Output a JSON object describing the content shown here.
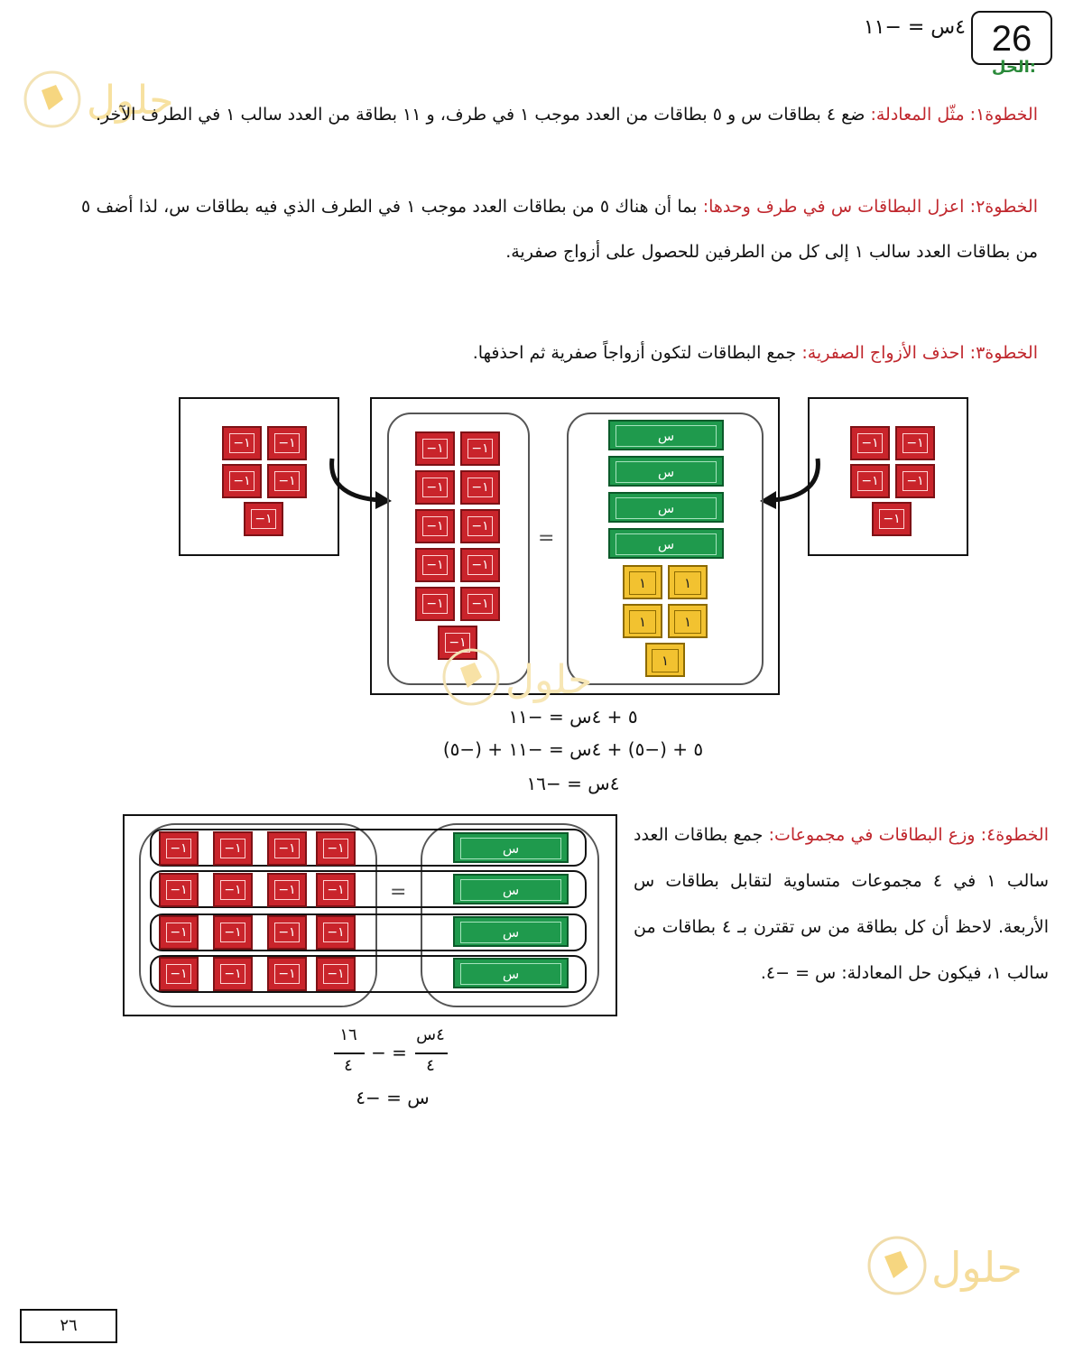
{
  "question_number": "26",
  "equation": "٤س = −١١",
  "solution_label": "الحل:",
  "steps": {
    "s1_title": "الخطوة١: مثّل المعادلة:",
    "s1_text": "ضع ٤ بطاقات س و ٥ بطاقات من العدد موجب ١ في طرف، و ١١ بطاقة من العدد سالب ١ في الطرف الآخر.",
    "s2_title": "الخطوة٢: اعزل البطاقات س في طرف وحدها:",
    "s2_text": "بما أن هناك ٥ من بطاقات العدد موجب ١ في الطرف الذي فيه بطاقات س، لذا أضف ٥ من بطاقات العدد سالب ١ إلى كل من الطرفين للحصول على أزواج صفرية.",
    "s3_title": "الخطوة٣: احذف الأزواج الصفرية:",
    "s3_text": "جمع البطاقات لتكون أزواجاً صفرية ثم احذفها.",
    "s4_title": "الخطوة٤: وزع البطاقات في مجموعات:",
    "s4_text": "جمع بطاقات العدد سالب ١ في ٤ مجموعات متساوية لتقابل بطاقات س الأربعة. لاحظ أن كل بطاقة من س تقترن بـ ٤ بطاقات من سالب ١، فيكون حل المعادلة: س = −٤."
  },
  "cards": {
    "x_label": "س",
    "neg_label": "−١",
    "pos_label": "١",
    "equals": "="
  },
  "math1": {
    "l1": "٥ + ٤س = −١١",
    "l2": "٥ + (−٥) + ٤س = −١١ + (−٥)",
    "l3": "٤س = −١٦"
  },
  "math2": {
    "num_left": "٤س",
    "den": "٤",
    "num_right": "١٦",
    "eq": "= −",
    "result": "س = −٤"
  },
  "watermark": "حلول",
  "page_number": "٢٦",
  "colors": {
    "red": "#c9242b",
    "green": "#1f9a4d",
    "yellow": "#f2c230",
    "step_title": "#c0272d",
    "solution": "#2a8a3a"
  }
}
